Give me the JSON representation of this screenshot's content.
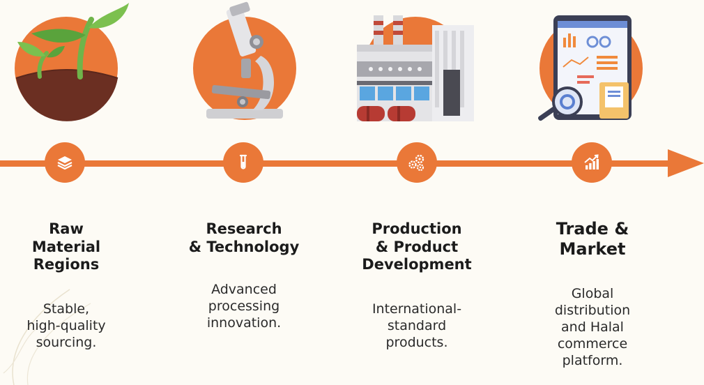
{
  "palette": {
    "accent": "#ea7838",
    "background": "#fdfbf5"
  },
  "stages": [
    {
      "title_lines": [
        "Raw",
        "Material",
        "Regions"
      ],
      "desc_lines": [
        "Stable,",
        "high-quality",
        "sourcing."
      ],
      "node_icon": "layers-icon",
      "illustration": "sprout-illustration"
    },
    {
      "title_lines": [
        "Research",
        "& Technology"
      ],
      "desc_lines": [
        "Advanced",
        "processing",
        "innovation."
      ],
      "node_icon": "test-tube-icon",
      "illustration": "microscope-illustration"
    },
    {
      "title_lines": [
        "Production",
        "& Product",
        "Development"
      ],
      "desc_lines": [
        "International-",
        "standard",
        "products."
      ],
      "node_icon": "gears-icon",
      "illustration": "factory-illustration"
    },
    {
      "title_lines": [
        "Trade &",
        "Market"
      ],
      "desc_lines": [
        "Global",
        "distribution",
        "and Halal",
        "commerce",
        "platform."
      ],
      "node_icon": "growth-chart-icon",
      "illustration": "tablet-analytics-illustration"
    }
  ]
}
